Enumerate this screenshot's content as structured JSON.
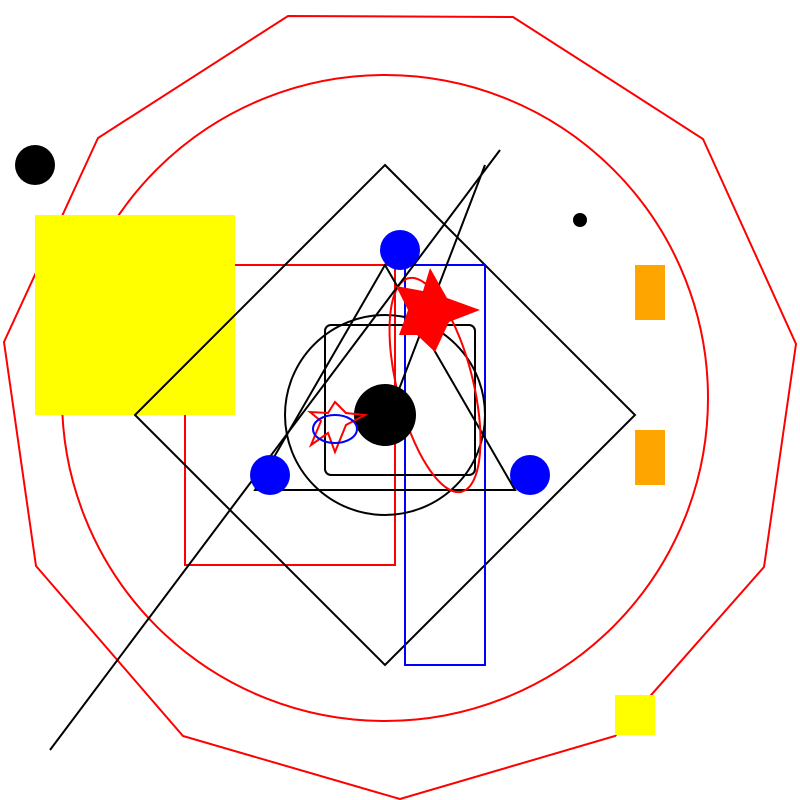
{
  "colors": {
    "background": "#ffffff",
    "red": "#ff0000",
    "blue": "#0000ff",
    "black": "#000000",
    "yellow": "#ffff00",
    "orange": "#ffa500"
  },
  "shapes": [
    "decagon-outline",
    "large-circle-outline",
    "diamond-outline",
    "red-square-outline",
    "yellow-square",
    "blue-rectangle-outline",
    "triangle-outline",
    "rounded-square-outline",
    "inner-circle-outline",
    "red-ellipse-outline",
    "red-star",
    "small-red-star-outline",
    "small-blue-ellipse-outline",
    "center-black-dot",
    "blue-dots",
    "orange-rectangles",
    "small-yellow-square",
    "black-dots",
    "diagonal-lines"
  ]
}
